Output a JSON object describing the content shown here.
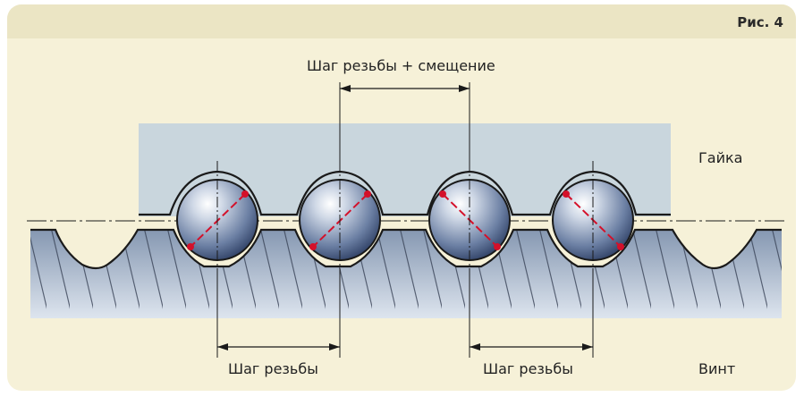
{
  "figure": {
    "label": "Рис. 4"
  },
  "labels": {
    "top_dimension": "Шаг резьбы + смещение",
    "nut": "Гайка",
    "bottom_left_dimension": "Шаг резьбы",
    "bottom_right_dimension": "Шаг резьбы",
    "screw": "Винт"
  },
  "colors": {
    "frame_background": "#f6f1d8",
    "header_strip": "#ebe5c4",
    "nut_fill": "#c9d6dd",
    "screw_gradient_top": "#7f92ad",
    "screw_gradient_bottom": "#dfe7f1",
    "contact_points": "#d4102a",
    "outline": "#1a1a1a"
  },
  "balls": {
    "count": 4
  }
}
